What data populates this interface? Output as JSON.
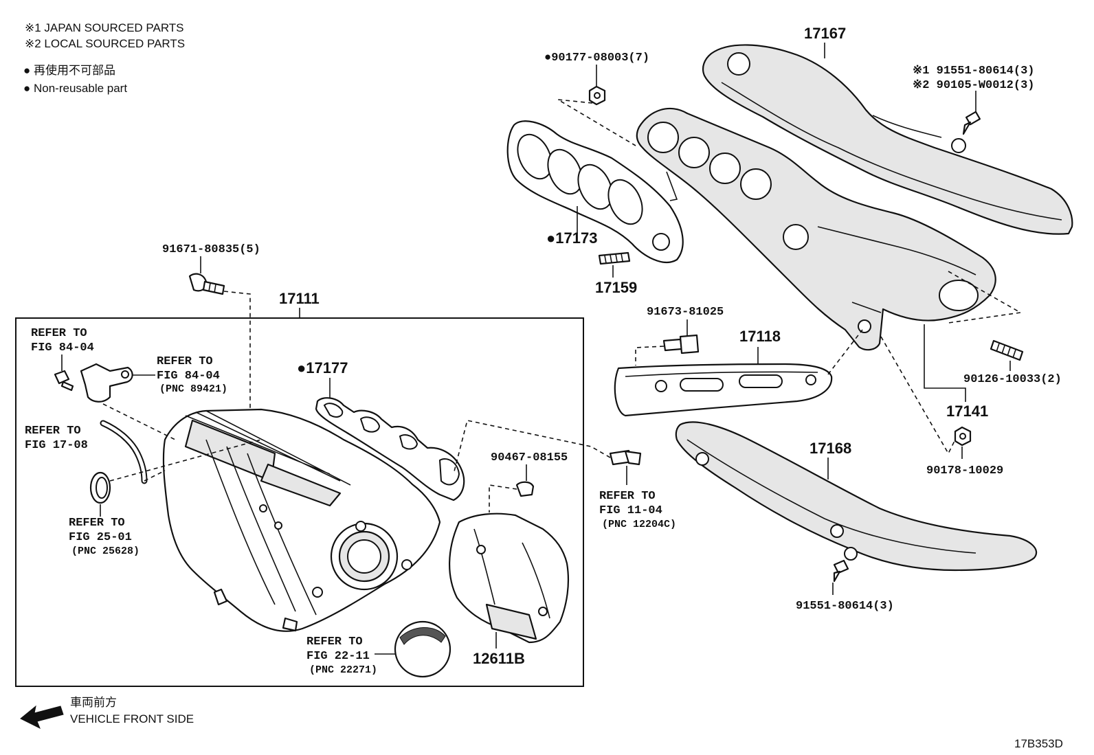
{
  "legend": {
    "japan": "※1 JAPAN SOURCED PARTS",
    "local": "※2 LOCAL SOURCED PARTS",
    "nonreusable_jp": "● 再使用不可部品",
    "nonreusable_en": "● Non-reusable part"
  },
  "labels": {
    "p17167": "17167",
    "p90177": "●90177-08003(7)",
    "p91551_top_1": "※1 91551-80614(3)",
    "p91551_top_2": "※2 90105-W0012(3)",
    "p17173": "●17173",
    "p17159": "17159",
    "p91671": "91671-80835(5)",
    "p17111": "17111",
    "p91673": "91673-81025",
    "p17118": "17118",
    "p17177": "●17177",
    "p90126": "90126-10033(2)",
    "p17141": "17141",
    "p90178": "90178-10029",
    "p17168": "17168",
    "p90467": "90467-08155",
    "p12611b": "12611B",
    "p91551_bot": "91551-80614(3)"
  },
  "refs": {
    "r1_a": "REFER TO",
    "r1_b": "FIG 84-04",
    "r2_a": "REFER TO",
    "r2_b": "FIG 84-04",
    "r2_c": "(PNC 89421)",
    "r3_a": "REFER TO",
    "r3_b": "FIG 17-08",
    "r4_a": "REFER TO",
    "r4_b": "FIG 25-01",
    "r4_c": "(PNC 25628)",
    "r5_a": "REFER TO",
    "r5_b": "FIG 11-04",
    "r5_c": "(PNC 12204C)",
    "r6_a": "REFER TO",
    "r6_b": "FIG 22-11",
    "r6_c": "(PNC 22271)"
  },
  "footer": {
    "direction_jp": "車両前方",
    "direction_en": "VEHICLE FRONT SIDE",
    "diagram_code": "17B353D"
  }
}
